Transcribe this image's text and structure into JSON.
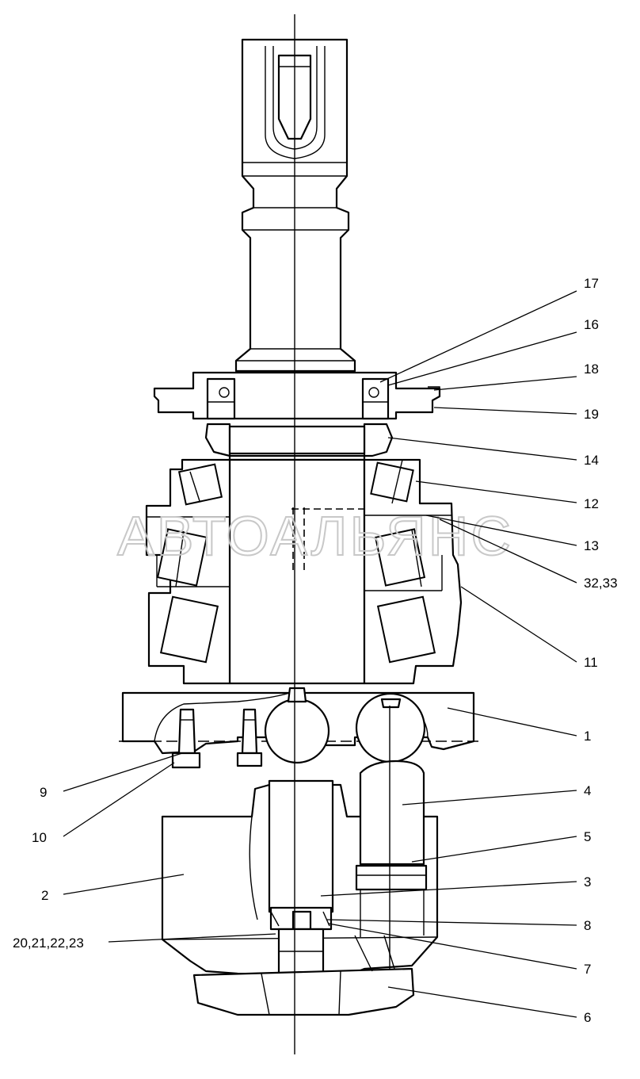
{
  "watermark": "АВТОАЛЬЯНС",
  "callouts": [
    {
      "label": "17"
    },
    {
      "label": "16"
    },
    {
      "label": "18"
    },
    {
      "label": "19"
    },
    {
      "label": "14"
    },
    {
      "label": "12"
    },
    {
      "label": "13"
    },
    {
      "label": "32,33"
    },
    {
      "label": "11"
    },
    {
      "label": "1"
    },
    {
      "label": "4"
    },
    {
      "label": "5"
    },
    {
      "label": "3"
    },
    {
      "label": "8"
    },
    {
      "label": "7"
    },
    {
      "label": "6"
    },
    {
      "label": "9"
    },
    {
      "label": "10"
    },
    {
      "label": "2"
    },
    {
      "label": "20,21,22,23"
    }
  ]
}
